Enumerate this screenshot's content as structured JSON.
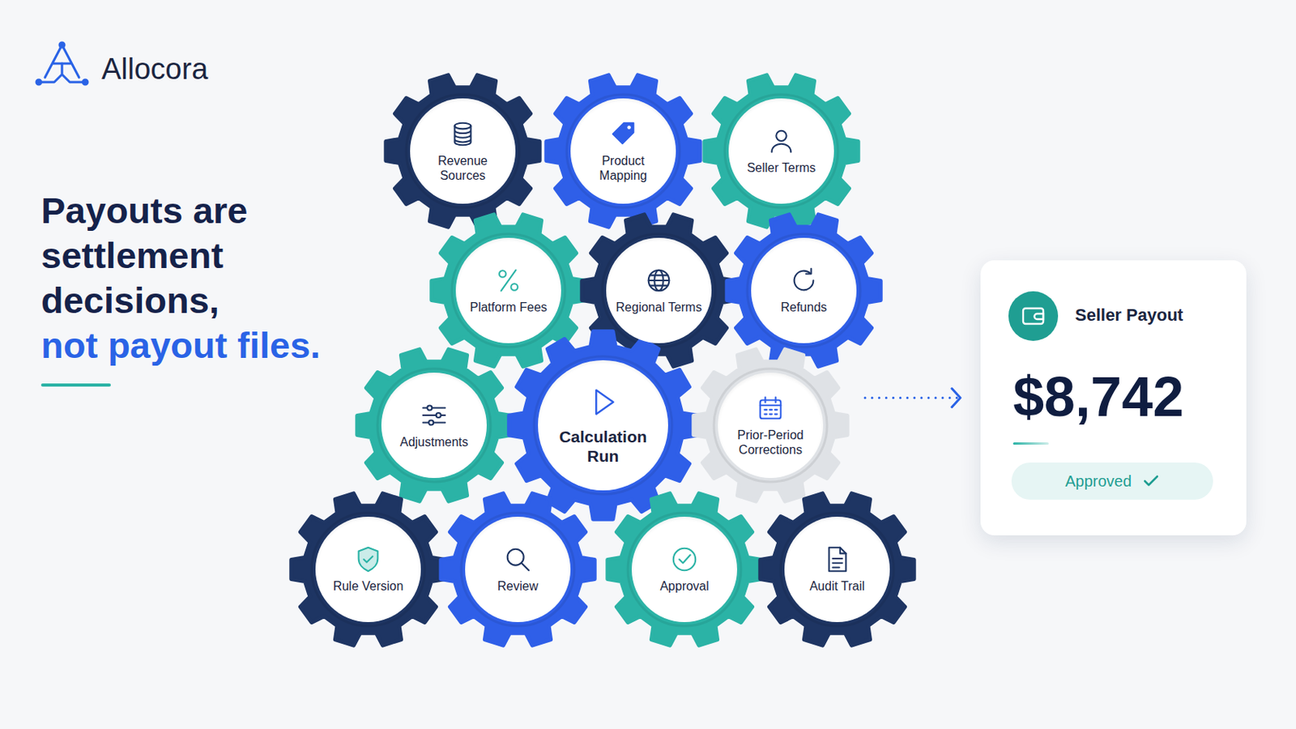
{
  "diagram": {
    "title": "Payouts are settlement decisions,",
    "nodes": [
      {
        "text": [
          "Revenue Sources"
        ]
      },
      {
        "text": [
          "Product Mapping"
        ]
      },
      {
        "text": [
          "Seller Terms"
        ]
      },
      {
        "text": [
          "Platform Fees"
        ]
      },
      {
        "text": [
          "Regional Terms"
        ]
      },
      {
        "text": [
          "Refunds"
        ]
      },
      {
        "text": [
          "Adjustments"
        ]
      },
      {
        "text": [
          "Calculation Run"
        ]
      },
      {
        "text": [
          "Prior-Period Corrections"
        ]
      },
      {
        "text": [
          "Seller Payout",
          "$8,742"
        ]
      },
      {
        "text": [
          "Approved"
        ],
        "in": 9
      },
      {
        "text": [
          "Rule Version"
        ]
      },
      {
        "text": [
          "Review"
        ]
      },
      {
        "text": [
          "Approval"
        ]
      },
      {
        "text": [
          "Audit Trail"
        ]
      }
    ],
    "edges": [
      {
        "from": 8,
        "to": 9,
        "arrow": "to"
      }
    ],
    "labels": [
      "Allocora",
      "not payout files."
    ]
  }
}
